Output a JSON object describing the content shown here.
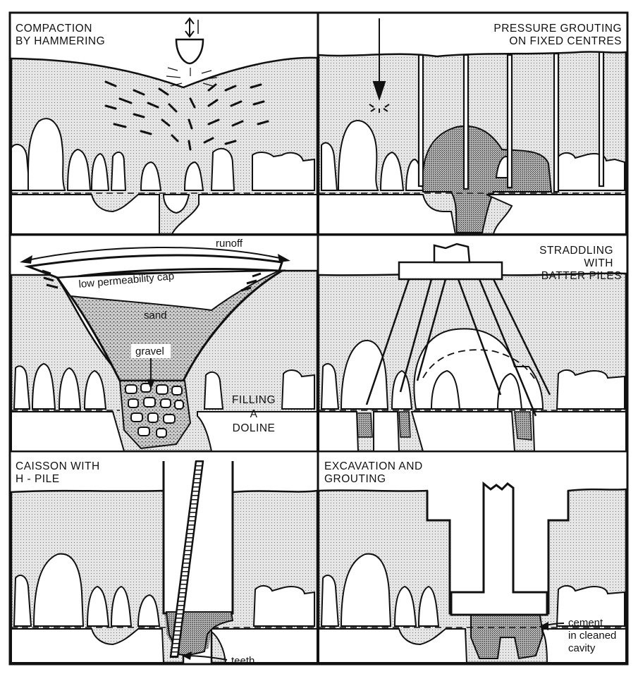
{
  "panels": [
    {
      "id": "compaction",
      "title_lines": [
        "COMPACTION",
        "BY HAMMERING"
      ]
    },
    {
      "id": "pressure-grouting",
      "title_lines": [
        "PRESSURE   GROUTING",
        "ON  FIXED  CENTRES"
      ]
    },
    {
      "id": "filling-doline",
      "title_lines": [
        "FILLING",
        "A",
        "DOLINE"
      ],
      "annotations": {
        "runoff": "runoff",
        "cap": "low  permeability  cap",
        "sand": "sand",
        "gravel": "gravel"
      }
    },
    {
      "id": "straddling",
      "title_lines": [
        "STRADDLING",
        "WITH",
        "BATTER PILES"
      ]
    },
    {
      "id": "caisson",
      "title_lines": [
        "CAISSON   WITH",
        "H - PILE"
      ],
      "annotations": {
        "teeth": "teeth"
      }
    },
    {
      "id": "excavation",
      "title_lines": [
        "EXCAVATION   AND",
        "GROUTING"
      ],
      "annotations": {
        "cement_lines": [
          "cement",
          "in  cleaned",
          "cavity"
        ]
      }
    }
  ],
  "colors": {
    "ink": "#111111",
    "soil": "#d9d9d9",
    "grout": "#8c8c8c",
    "background": "#ffffff"
  }
}
